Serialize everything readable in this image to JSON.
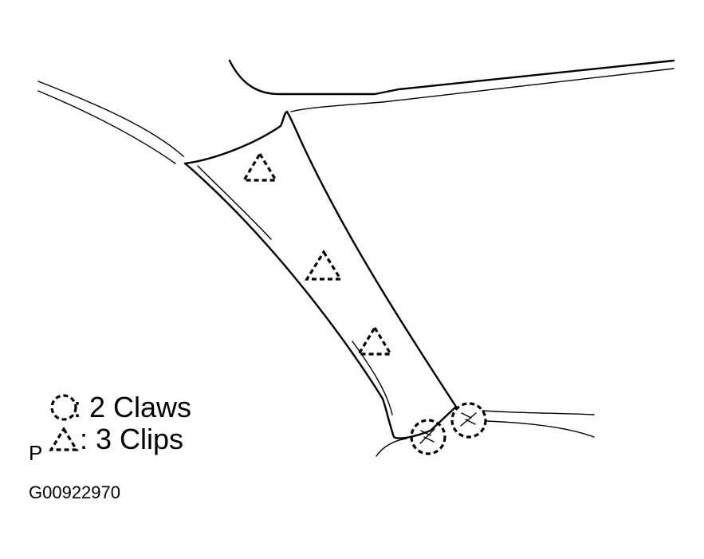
{
  "legend": {
    "claws_label": ": 2 Claws",
    "clips_label": ": 3 Clips"
  },
  "marker_letter": "P",
  "figure_id": "G00922970",
  "icons": {
    "claw": "dashed-circle-icon",
    "clip": "dashed-triangle-icon"
  }
}
